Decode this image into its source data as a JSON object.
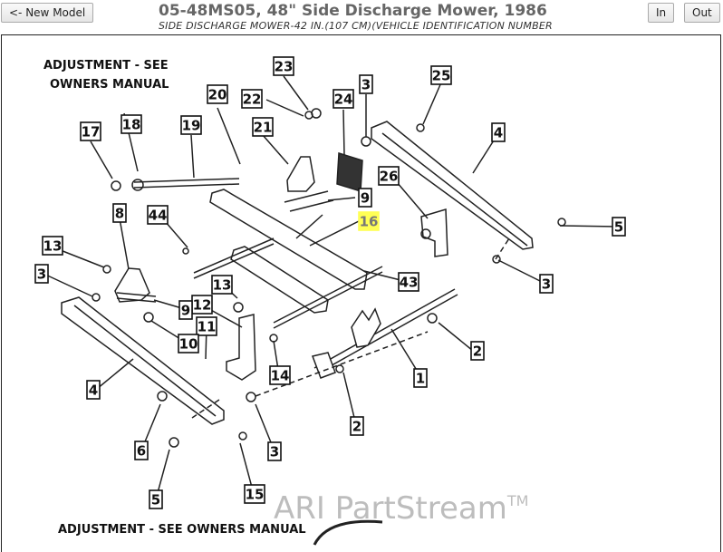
{
  "toolbar": {
    "back_label": "<- New Model",
    "zoom_in_label": "In",
    "zoom_out_label": "Out"
  },
  "header": {
    "title": "05-48MS05, 48\" Side Discharge Mower, 1986",
    "subtitle": "SIDE DISCHARGE MOWER-42 IN.(107 CM)(VEHICLE IDENTIFICATION NUMBER"
  },
  "diagram": {
    "notes": {
      "top_left_line1": "ADJUSTMENT - SEE",
      "top_left_line2": "OWNERS MANUAL",
      "bottom": "ADJUSTMENT - SEE OWNERS MANUAL"
    },
    "highlighted_callout": "16",
    "callouts": [
      "23",
      "25",
      "3",
      "20",
      "22",
      "24",
      "17",
      "18",
      "19",
      "21",
      "4",
      "26",
      "9",
      "44",
      "16",
      "8",
      "5",
      "13",
      "3",
      "43",
      "3",
      "13",
      "12",
      "9",
      "11",
      "10",
      "2",
      "4",
      "14",
      "1",
      "6",
      "3",
      "2",
      "5",
      "15"
    ],
    "watermark": "ARI PartStream",
    "watermark_tm": "TM"
  }
}
